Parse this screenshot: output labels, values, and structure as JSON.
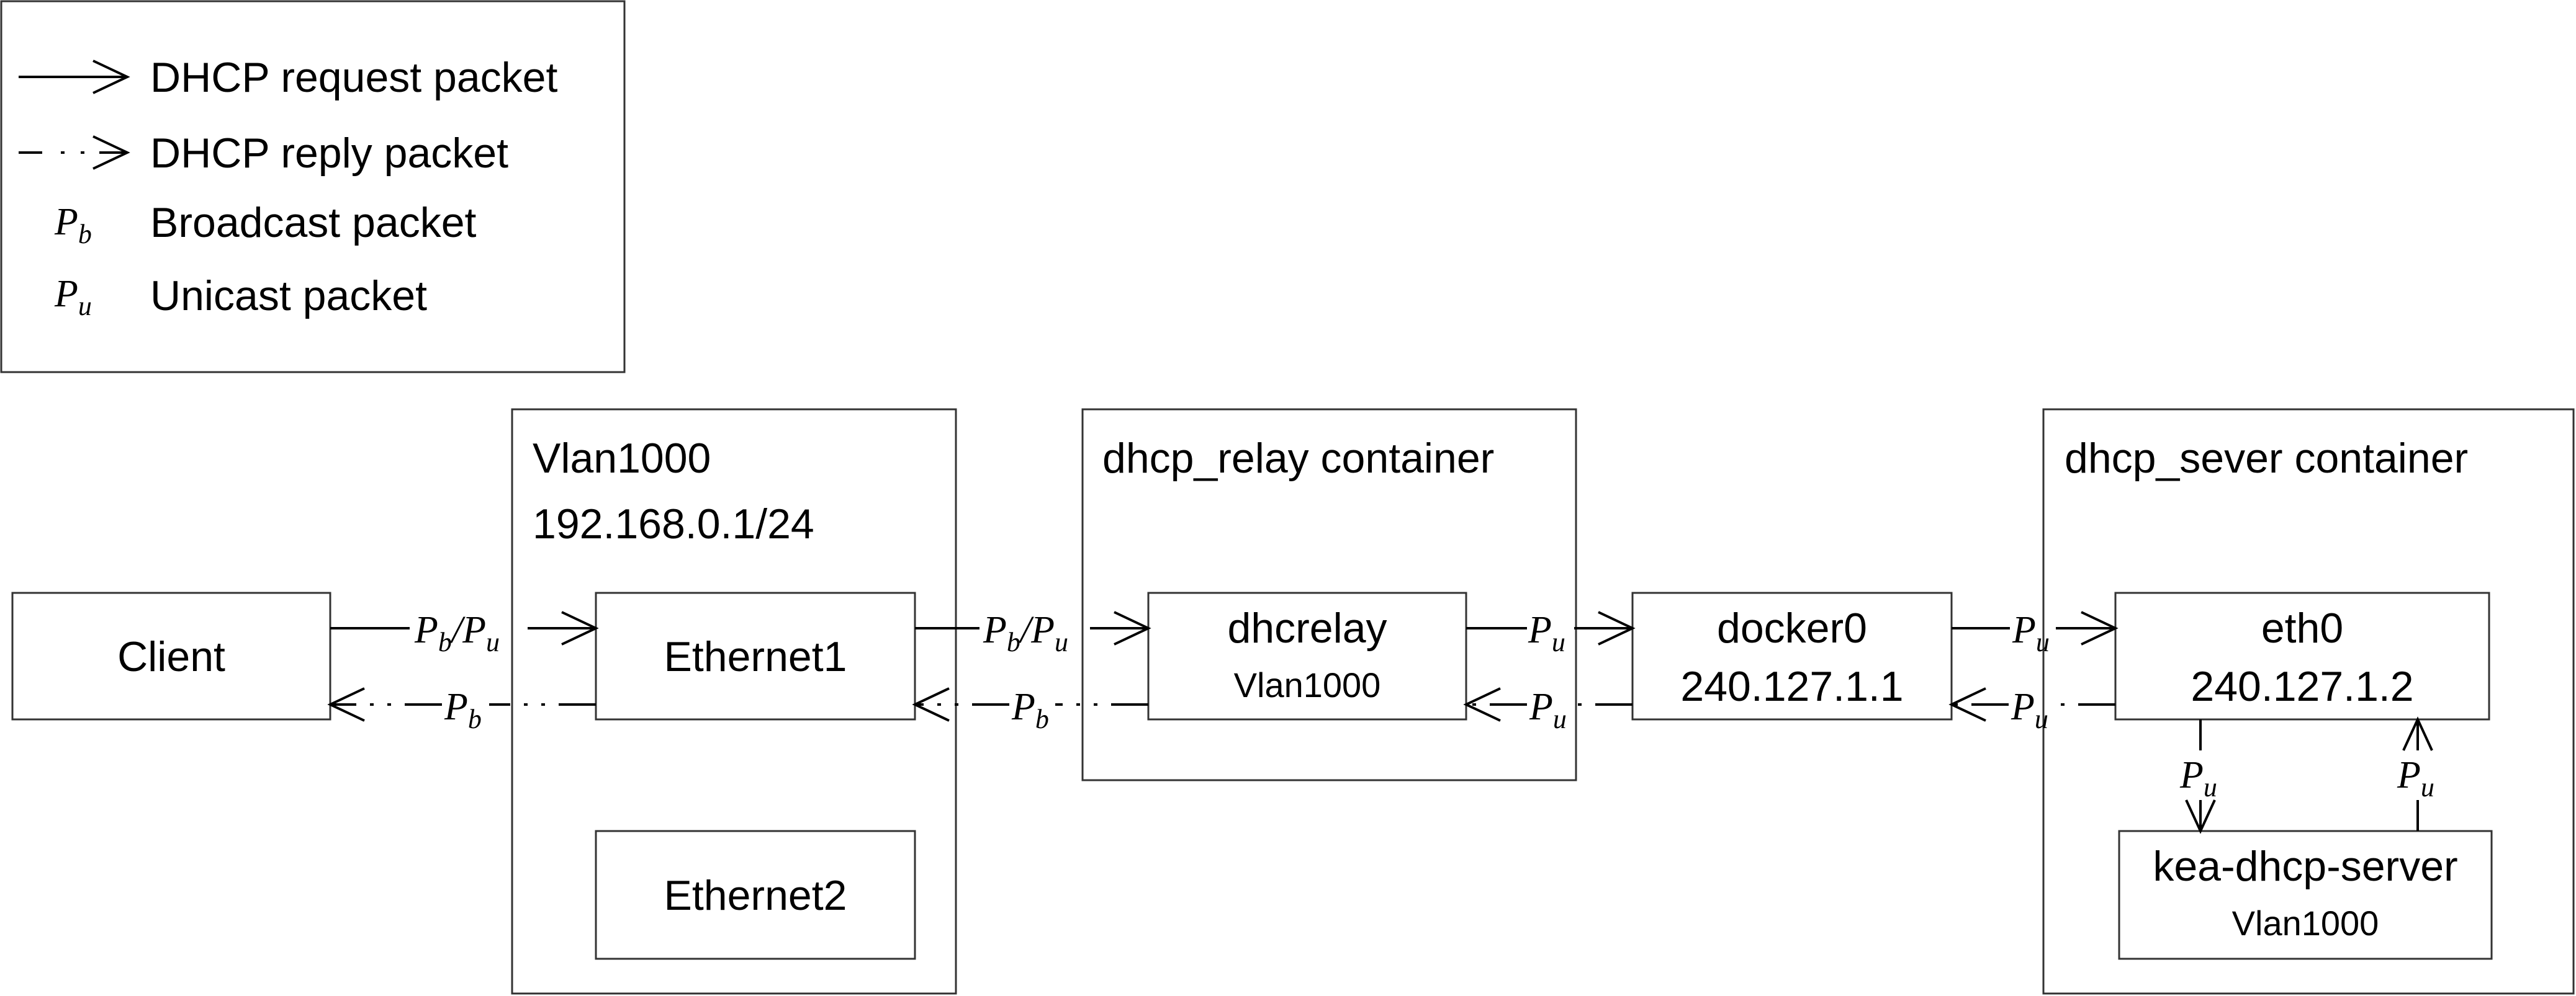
{
  "legend": {
    "request": "DHCP request packet",
    "reply": "DHCP reply packet",
    "broadcast": "Broadcast packet",
    "unicast": "Unicast packet",
    "sym_b": "b",
    "sym_u": "u"
  },
  "symbols": {
    "p": "P",
    "b": "b",
    "u": "u",
    "slash": "/"
  },
  "nodes": {
    "client": "Client",
    "vlan_title": "Vlan1000",
    "vlan_subnet": "192.168.0.1/24",
    "ethernet1": "Ethernet1",
    "ethernet2": "Ethernet2",
    "relay_container": "dhcp_relay container",
    "dhcrelay": "dhcrelay",
    "dhcrelay_vlan": "Vlan1000",
    "docker0": "docker0",
    "docker0_ip": "240.127.1.1",
    "server_container": "dhcp_sever container",
    "eth0": "eth0",
    "eth0_ip": "240.127.1.2",
    "kea": "kea-dhcp-server",
    "kea_vlan": "Vlan1000"
  }
}
